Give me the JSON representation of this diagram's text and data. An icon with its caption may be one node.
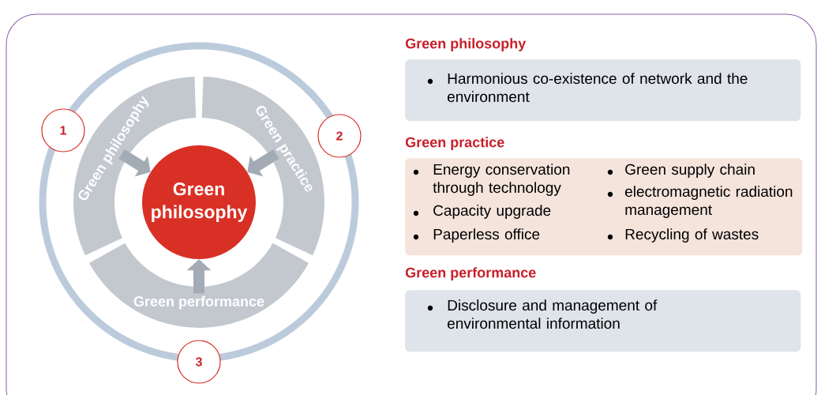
{
  "diagram": {
    "nodes": [
      {
        "text": [
          "Green philosophy"
        ]
      },
      {
        "text": [
          "Green philosophy"
        ]
      },
      {
        "text": [
          "Green practice"
        ]
      },
      {
        "text": [
          "Green performance"
        ]
      },
      {
        "text": [
          "1"
        ]
      },
      {
        "text": [
          "2"
        ]
      },
      {
        "text": [
          "3"
        ]
      },
      {
        "text": [
          "Green philosophy",
          "Harmonious co-existence of network and the environment"
        ]
      },
      {
        "text": [
          "Green practice",
          "Energy conservation through technology",
          "Capacity upgrade",
          "Paperless office",
          "Green supply chain",
          "electromagnetic radiation management",
          "Recycling of wastes"
        ]
      },
      {
        "text": [
          "Green performance",
          "Disclosure and management of environmental information"
        ]
      }
    ],
    "edges": [
      {
        "from": 1,
        "to": 0,
        "arrow": "to"
      },
      {
        "from": 2,
        "to": 0,
        "arrow": "to"
      },
      {
        "from": 3,
        "to": 0,
        "arrow": "to"
      }
    ]
  }
}
